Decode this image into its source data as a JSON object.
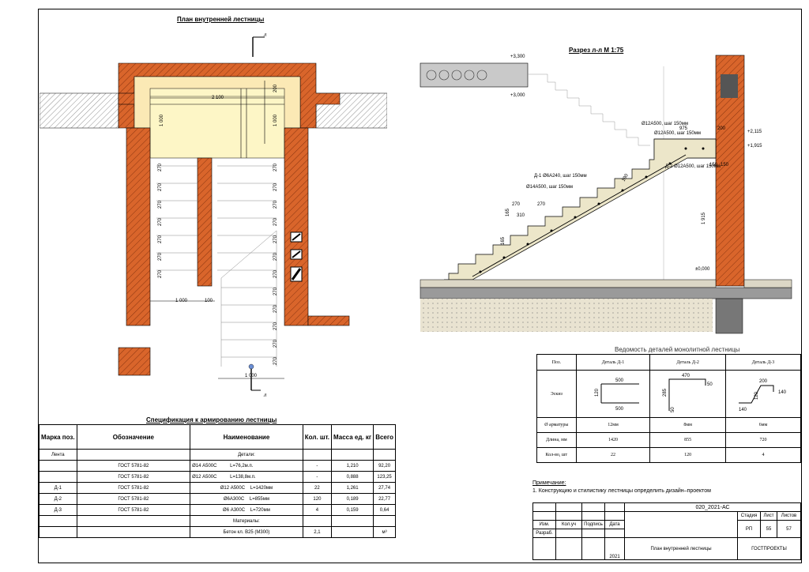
{
  "plan": {
    "title": "План внутренней лестницы",
    "section_mark": "л",
    "dims": [
      "2 100",
      "1 000",
      "1 000",
      "200",
      "270",
      "1 000",
      "100",
      "1 000"
    ]
  },
  "section": {
    "title": "Разрез л-л  М 1:75",
    "levels": [
      "+3,300",
      "+3,000",
      "+2,115",
      "+1,915",
      "±0,000"
    ],
    "notes": [
      "Ø12А500, шаг 150мм",
      "Ø12А500, шаг 150мм",
      "Д-1 Ø6А240, шаг 150мм",
      "Ø14А500, шаг 150мм",
      "Д-2 Ø12А500, шаг 150мм"
    ],
    "dims": [
      "975",
      "200",
      "150",
      "150",
      "270",
      "270",
      "165",
      "165",
      "1 915",
      "310",
      "190"
    ]
  },
  "spec": {
    "title": "Спецификация к армированию лестницы",
    "headers": [
      "Марка поз.",
      "Обозначение",
      "Наименование",
      "Кол. шт.",
      "Масса ед. кг",
      "Всего"
    ],
    "rows": [
      {
        "mark": "Лента",
        "code": "",
        "name": "Детали:",
        "qty": "",
        "mass": "",
        "total": ""
      },
      {
        "mark": "",
        "code": "ГОСТ 5781-82",
        "name": "Ø14 А500С",
        "len": "L=76,2м.п.",
        "qty": "-",
        "mass": "1,210",
        "total": "92,20"
      },
      {
        "mark": "",
        "code": "ГОСТ 5781-82",
        "name": "Ø12 А500С",
        "len": "L=138,8м.п.",
        "qty": "-",
        "mass": "0,888",
        "total": "123,25"
      },
      {
        "mark": "Д-1",
        "code": "ГОСТ 5781-82",
        "name": "Ø12 А500С",
        "len": "L=1420мм",
        "qty": "22",
        "mass": "1,261",
        "total": "27,74"
      },
      {
        "mark": "Д-2",
        "code": "ГОСТ 5781-82",
        "name": "Ø6А300С",
        "len": "L=855мм",
        "qty": "120",
        "mass": "0,189",
        "total": "22,77"
      },
      {
        "mark": "Д-3",
        "code": "ГОСТ 5781-82",
        "name": "Ø6 А300С",
        "len": "L=720мм",
        "qty": "4",
        "mass": "0,159",
        "total": "0,64"
      },
      {
        "mark": "",
        "code": "",
        "name": "Материалы:",
        "qty": "",
        "mass": "",
        "total": ""
      },
      {
        "mark": "",
        "code": "",
        "name": "Бетон кл. В25 (М300)",
        "qty": "2,1",
        "mass": "",
        "total": "м³"
      }
    ]
  },
  "details": {
    "title": "Ведомость деталей монолитной лестницы",
    "headers": [
      "Поз.",
      "Деталь Д-1",
      "Деталь Д-2",
      "Деталь Д-3"
    ],
    "row_labels": [
      "Эскиз",
      "Ø арматуры",
      "Длина, мм",
      "Кол-во, шт"
    ],
    "sketch_dims": {
      "d1": [
        "500",
        "120",
        "500"
      ],
      "d2": [
        "470",
        "50",
        "285",
        "50"
      ],
      "d3": [
        "200",
        "140",
        "120",
        "140"
      ]
    },
    "diameter": [
      "12мм",
      "8мм",
      "6мм"
    ],
    "length": [
      "1420",
      "855",
      "720"
    ],
    "count": [
      "22",
      "120",
      "4"
    ]
  },
  "notes": {
    "heading": "Примечание:",
    "items": [
      "1. Конструкцию и стилистику лестницы определить дизайн–проектом"
    ]
  },
  "stamp": {
    "code": "020_2021-АС",
    "cols": [
      "Изм.",
      "Кол.уч",
      "Подпись",
      "Дата"
    ],
    "row2": "Разраб.",
    "stage_h": "Стадия",
    "sheet_h": "Лист",
    "sheets_h": "Листов",
    "stage": "РП",
    "sheet": "55",
    "sheets": "57",
    "year": "2021",
    "title": "План внутренней лестницы",
    "company": "ГОСТПРОЕКТЫ"
  }
}
